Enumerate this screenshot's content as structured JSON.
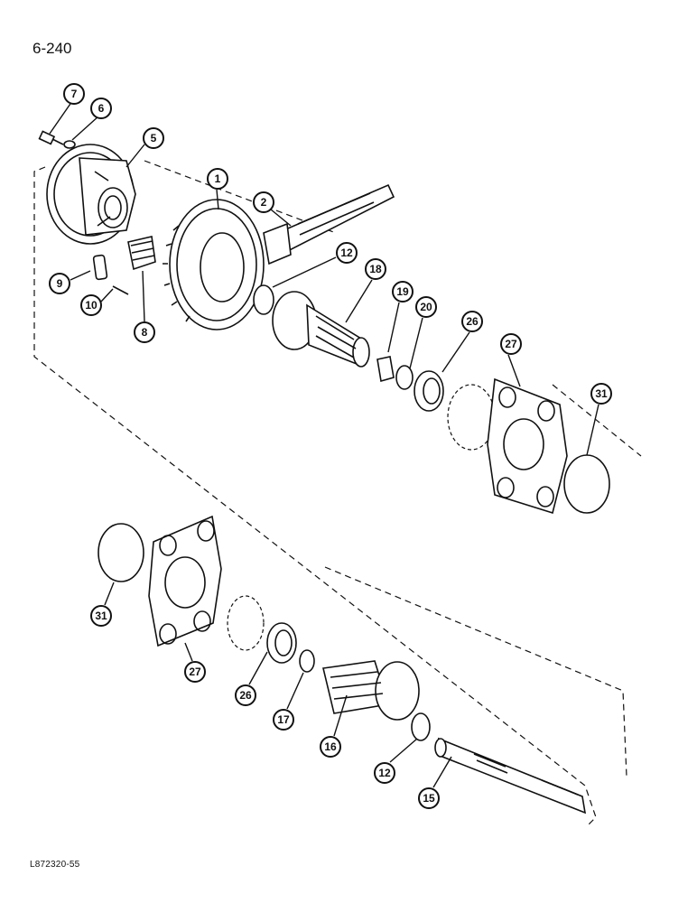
{
  "page_number": "6-240",
  "figure_code": "L872320-55",
  "callouts": [
    "1",
    "2",
    "5",
    "6",
    "7",
    "8",
    "9",
    "10",
    "12",
    "18",
    "19",
    "20",
    "26",
    "27",
    "31",
    "31",
    "27",
    "26",
    "17",
    "16",
    "12",
    "15"
  ]
}
